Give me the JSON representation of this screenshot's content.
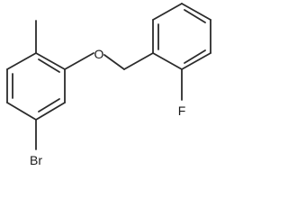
{
  "molecule": {
    "atoms": {
      "oxygen": "O",
      "fluorine": "F",
      "bromine": "Br"
    }
  },
  "colors": {
    "bond": "#2b2b2b",
    "label": "#1a1a1a",
    "background": "#ffffff"
  }
}
